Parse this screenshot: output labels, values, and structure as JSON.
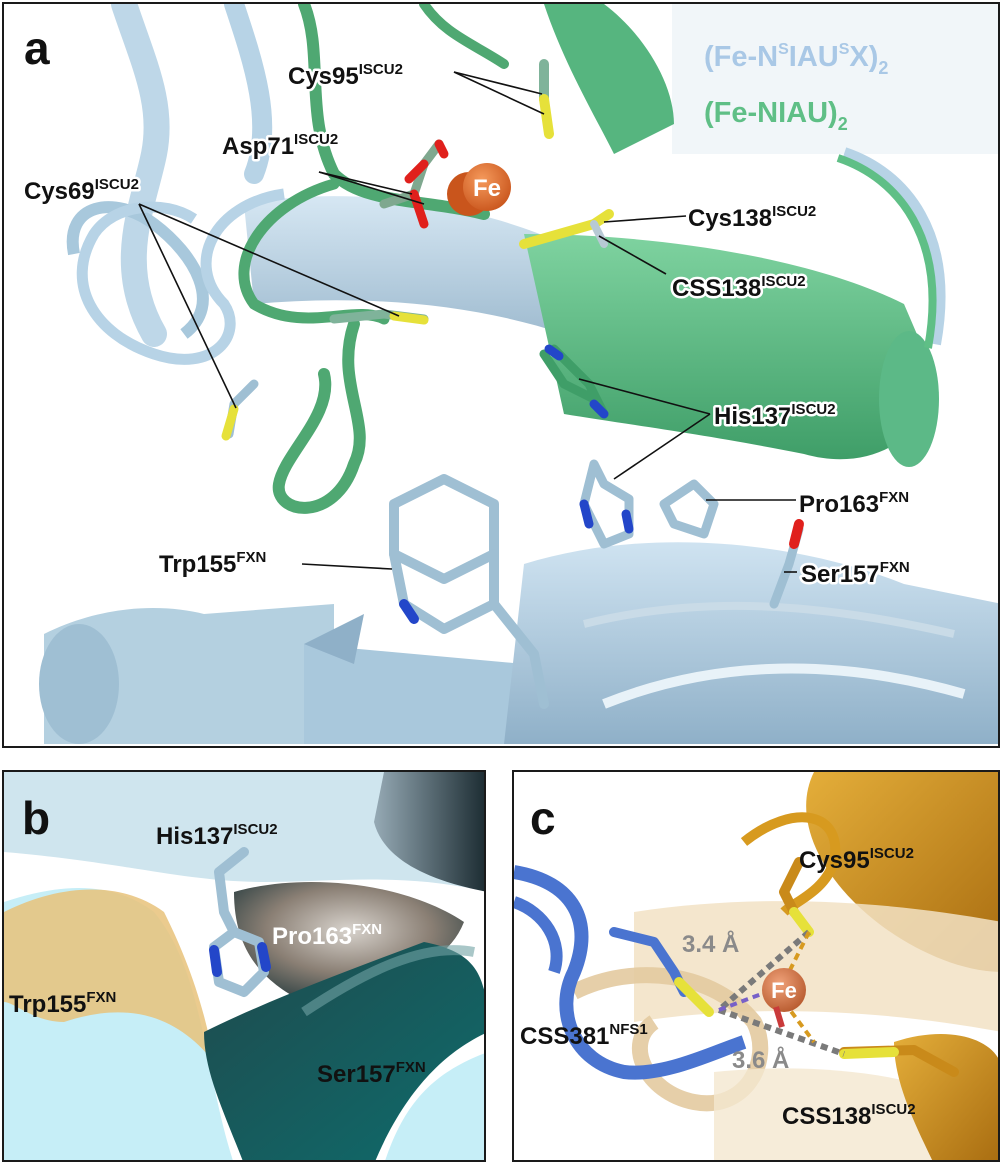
{
  "panels": [
    {
      "letter": "a",
      "legend": [
        {
          "base": "(Fe-N",
          "sup1": "S",
          "mid": "IAU",
          "sup2": "S",
          "end": "X)",
          "sub": "2",
          "color": "#a9c8e6"
        },
        {
          "base": "(Fe-NIAU)",
          "sub": "2",
          "color": "#5fbf86"
        }
      ],
      "labels": [
        {
          "res": "Cys95",
          "sup": "ISCU2"
        },
        {
          "res": "Asp71",
          "sup": "ISCU2"
        },
        {
          "res": "Cys69",
          "sup": "ISCU2"
        },
        {
          "res": "Cys138",
          "sup": "ISCU2"
        },
        {
          "res": "CSS138",
          "sup": "ISCU2"
        },
        {
          "res": "His137",
          "sup": "ISCU2"
        },
        {
          "res": "Pro163",
          "sup": "FXN"
        },
        {
          "res": "Trp155",
          "sup": "FXN"
        },
        {
          "res": "Ser157",
          "sup": "FXN"
        }
      ],
      "metal": "Fe"
    },
    {
      "letter": "b",
      "labels": [
        {
          "res": "His137",
          "sup": "ISCU2"
        },
        {
          "res": "Pro163",
          "sup": "FXN"
        },
        {
          "res": "Trp155",
          "sup": "FXN"
        },
        {
          "res": "Ser157",
          "sup": "FXN"
        }
      ]
    },
    {
      "letter": "c",
      "labels": [
        {
          "res": "Cys95",
          "sup": "ISCU2"
        },
        {
          "res": "CSS381",
          "sup": "NFS1"
        },
        {
          "res": "CSS138",
          "sup": "ISCU2"
        }
      ],
      "distances": [
        "3.4 Å",
        "3.6 Å"
      ],
      "metal": "Fe"
    }
  ],
  "colors": {
    "light_blue": "#a9c8e6",
    "green": "#5fbf86",
    "sulfur": "#e6e13a",
    "oxygen": "#e0201c",
    "nitrogen": "#2346c9",
    "iron": "#e8732c",
    "fxn_surface": "#bfe9f2",
    "gold": "#d79a1f",
    "blue": "#4a74d0"
  }
}
